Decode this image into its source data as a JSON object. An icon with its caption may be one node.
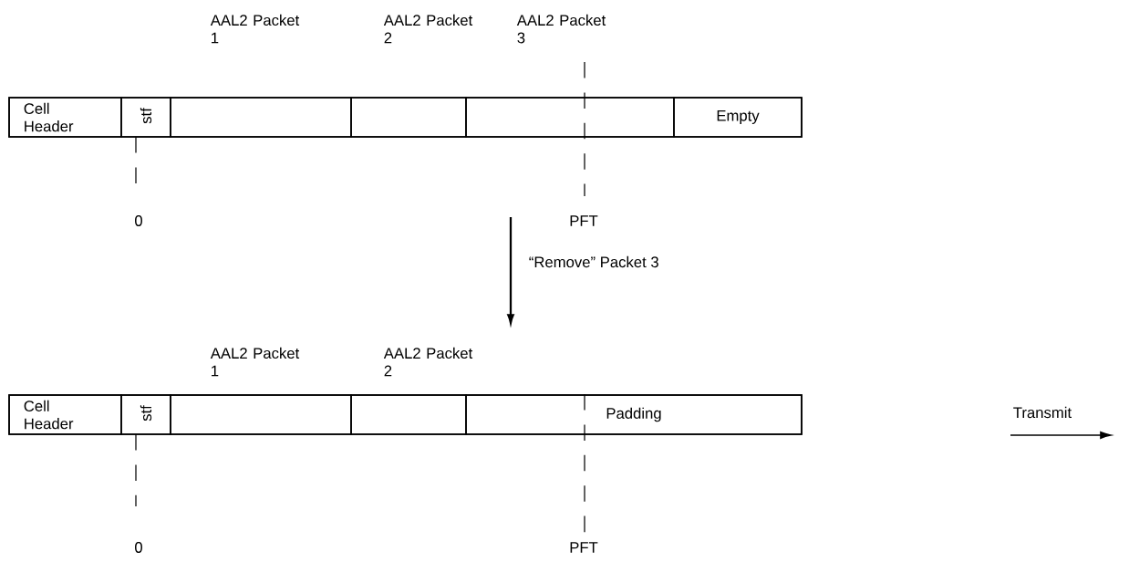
{
  "diagram": {
    "nodes": [
      {
        "text": [],
        "shape": "box"
      },
      {
        "text": [
          "Cell Header"
        ],
        "in": 0
      },
      {
        "text": [
          "stf"
        ],
        "in": 0
      },
      {
        "text": [
          "AAL2 Packet 1"
        ],
        "in": 0
      },
      {
        "text": [
          "AAL2 Packet 2"
        ],
        "in": 0
      },
      {
        "text": [
          "AAL2 Packet 3"
        ],
        "in": 0
      },
      {
        "text": [
          "Empty"
        ],
        "in": 0
      },
      {
        "text": [],
        "shape": "box"
      },
      {
        "text": [
          "Cell Header"
        ],
        "in": 7
      },
      {
        "text": [
          "stf"
        ],
        "in": 7
      },
      {
        "text": [
          "AAL2 Packet 1"
        ],
        "in": 7
      },
      {
        "text": [
          "AAL2 Packet 2"
        ],
        "in": 7
      },
      {
        "text": [
          "Padding"
        ],
        "in": 7
      }
    ],
    "labels": [
      "0",
      "PFT",
      "“Remove” Packet 3",
      "Transmit",
      "0",
      "PFT"
    ]
  }
}
